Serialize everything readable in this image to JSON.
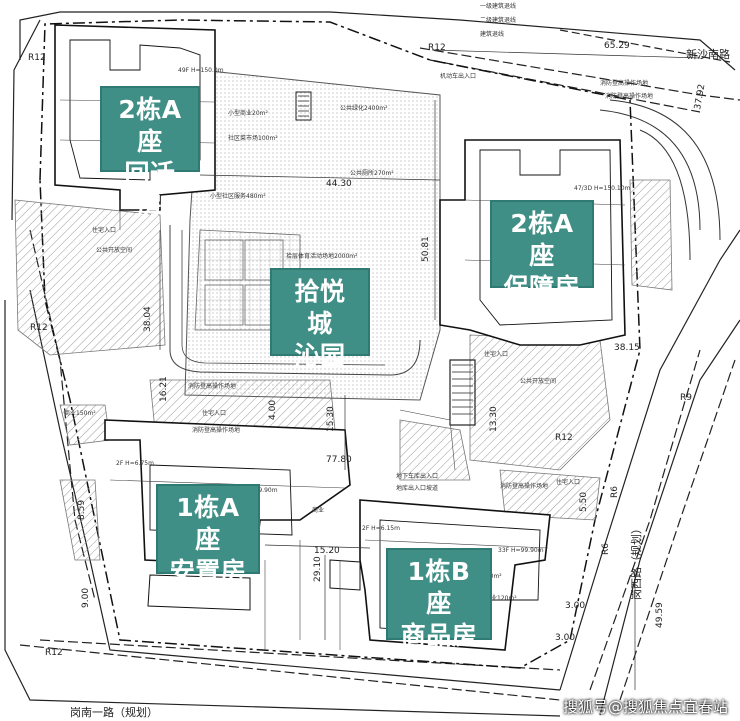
{
  "callouts": {
    "b2a_relocation": {
      "line1": "2栋A座",
      "line2": "回迁房"
    },
    "b2a_affordable": {
      "line1": "2栋A座",
      "line2": "保障房"
    },
    "garden": {
      "line1": "拾悦城",
      "line2": "沁园"
    },
    "b1a_resettlement": {
      "line1": "1栋A座",
      "line2": "安置房"
    },
    "b1b_commercial": {
      "line1": "1栋B座",
      "line2": "商品房"
    }
  },
  "roads": {
    "xinsha_south": "新沙南路",
    "gangnan_1": "岗南一路（规划）",
    "gangxi": "岗西路（规划）"
  },
  "dimensions": {
    "d_65_29": "65.29",
    "d_44_30": "44.30",
    "d_50_81": "50.81",
    "d_38_04": "38.04",
    "d_16_21": "16.21",
    "d_15_30": "15.30",
    "d_77_80": "77.80",
    "d_15_20": "15.20",
    "d_29_10": "29.10",
    "d_13_30": "13.30",
    "d_9_00": "9.00",
    "d_5_50": "5.50",
    "d_49_59": "49.59",
    "d_37_92": "37.92",
    "d_38_15": "38.15",
    "d_8_59": "8.59",
    "d_4_00": "4.00",
    "d_3_00": "3.00",
    "d_3_00b": "3.00"
  },
  "radius_labels": {
    "r12_top_left": "R12",
    "r12_top": "R12",
    "r12_left": "R12",
    "r12_bottom_left": "R12",
    "r12_mid_right": "R12",
    "r6_a": "R6",
    "r6_b": "R6",
    "r9": "R9"
  },
  "site_labels": {
    "firefighting_1": "消防登高操作场地",
    "firefighting_2": "消防登高操作场地",
    "firefighting_3": "消防登高操作场地",
    "firefighting_4": "消防登高操作场地",
    "firefighting_5": "消防登高操作场地",
    "residential_entry_1": "住宅入口",
    "residential_entry_2": "住宅入口",
    "residential_entry_3": "住宅入口",
    "residential_entry_4": "住宅入口",
    "public_space_1": "公共开放空间",
    "public_space_2": "公共开放空间",
    "garden_area": "拾层体育活动场地2000m²",
    "green_2400": "公共绿化2400m²",
    "shop_20": "小型商业20m²",
    "shop_100": "社区菜市场100m²",
    "shop_480": "小型社区服务480m²",
    "shop_270": "公共厕所270m²",
    "shop_150": "商业150m²",
    "shop_120": "商业120m²",
    "shop_150b": "商业150m²",
    "shop_commercial": "商业",
    "parking_entry": "地下车库出入口",
    "motor_entry": "机动车出入口",
    "ramp_note": "地库出入口坡道",
    "tower_info_a": "49F H=150.0m",
    "tower_info_b": "47/3D H=150.10m",
    "tower_info_c": "2F H=6.75m",
    "tower_info_d": "33F H=99.90m",
    "tower_info_e": "2F H=6.15m",
    "tower_info_f": "33F H=99.90m",
    "fire_line": "一级建筑退线",
    "fire_line_2": "二级建筑退线",
    "fire_line_3": "建筑退线"
  },
  "watermark": "搜狐号@搜狐焦点宜春站",
  "colors": {
    "callout_bg": "#3f8f86",
    "callout_text": "#ffffff",
    "hatch": "#9a9a9a",
    "line": "#222222"
  }
}
